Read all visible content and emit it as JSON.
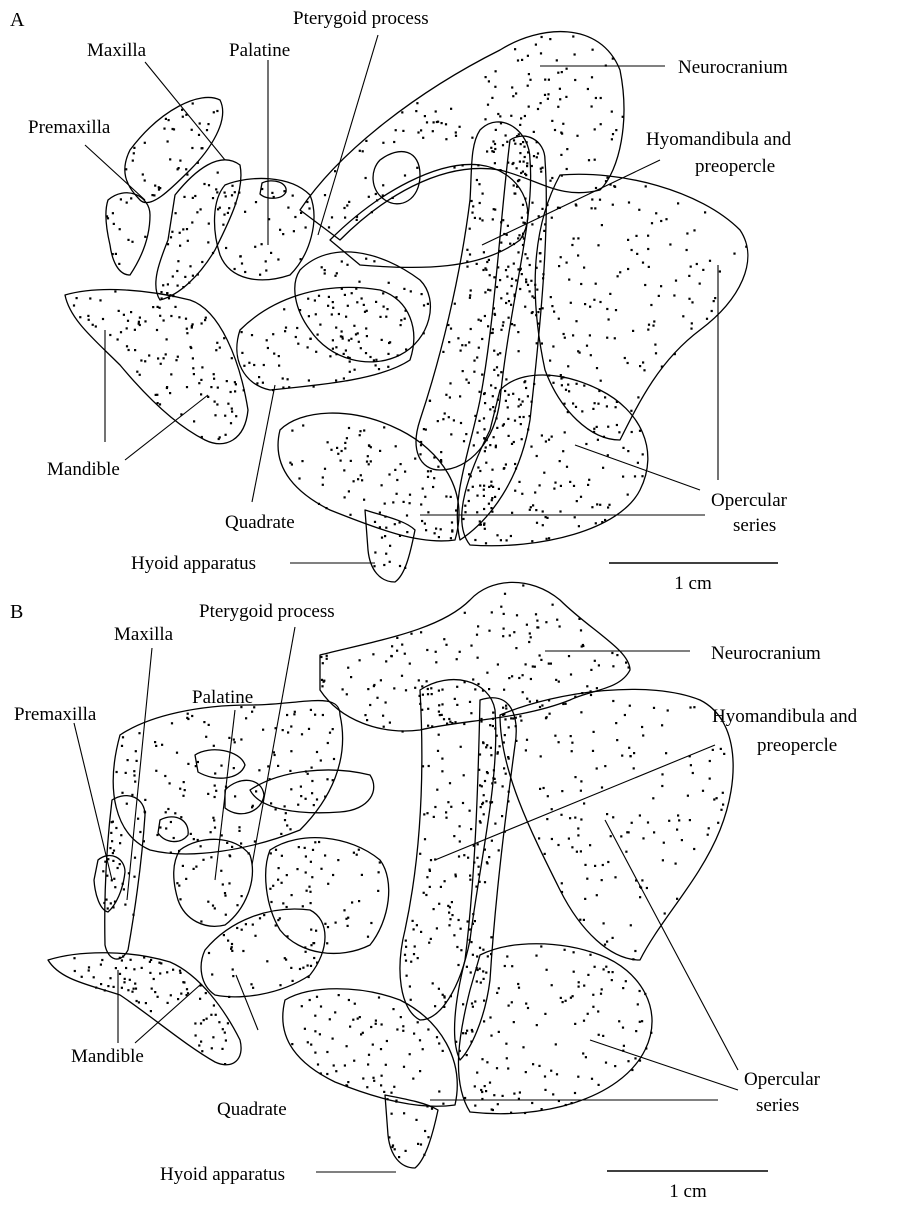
{
  "panels": [
    {
      "letter": "A",
      "scale_bar": "1 cm",
      "labels": {
        "pterygoid": "Pterygoid process",
        "maxilla": "Maxilla",
        "palatine": "Palatine",
        "premaxilla": "Premaxilla",
        "neurocranium": "Neurocranium",
        "hyomandibula_1": "Hyomandibula and",
        "hyomandibula_2": "preopercle",
        "mandible": "Mandible",
        "quadrate": "Quadrate",
        "hyoid": "Hyoid apparatus",
        "opercular_1": "Opercular",
        "opercular_2": "series"
      }
    },
    {
      "letter": "B",
      "scale_bar": "1 cm",
      "labels": {
        "pterygoid": "Pterygoid process",
        "maxilla": "Maxilla",
        "palatine": "Palatine",
        "premaxilla": "Premaxilla",
        "neurocranium": "Neurocranium",
        "hyomandibula_1": "Hyomandibula and",
        "hyomandibula_2": "preopercle",
        "mandible": "Mandible",
        "quadrate": "Quadrate",
        "hyoid": "Hyoid apparatus",
        "opercular_1": "Opercular",
        "opercular_2": "series"
      }
    }
  ]
}
